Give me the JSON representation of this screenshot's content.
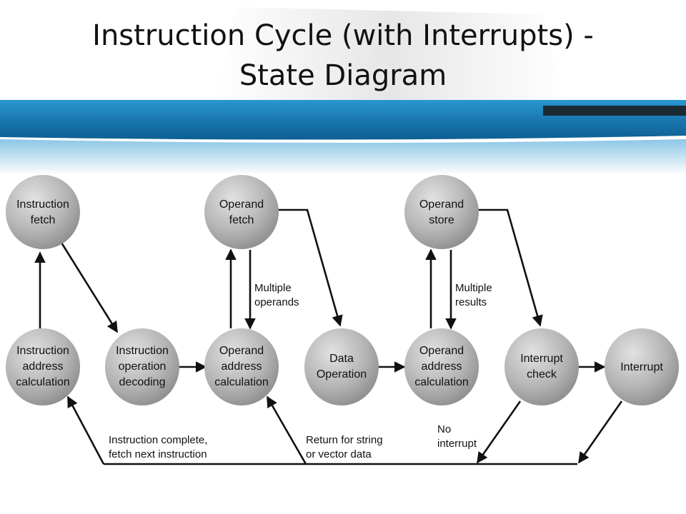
{
  "title": {
    "line1": "Instruction Cycle (with Interrupts) -",
    "line2": "State Diagram"
  },
  "nodes": {
    "instruction_fetch": [
      "Instruction",
      "fetch"
    ],
    "operand_fetch": [
      "Operand",
      "fetch"
    ],
    "operand_store": [
      "Operand",
      "store"
    ],
    "instruction_address_calculation": [
      "Instruction",
      "address",
      "calculation"
    ],
    "instruction_operation_decoding": [
      "Instruction",
      "operation",
      "decoding"
    ],
    "operand_address_calculation_1": [
      "Operand",
      "address",
      "calculation"
    ],
    "data_operation": [
      "Data",
      "Operation"
    ],
    "operand_address_calculation_2": [
      "Operand",
      "address",
      "calculation"
    ],
    "interrupt_check": [
      "Interrupt",
      "check"
    ],
    "interrupt": [
      "Interrupt"
    ]
  },
  "edge_labels": {
    "multiple_operands": [
      "Multiple",
      "operands"
    ],
    "multiple_results": [
      "Multiple",
      "results"
    ],
    "instruction_complete": [
      "Instruction complete,",
      "fetch next instruction"
    ],
    "return_for_string": [
      "Return for string",
      "or vector data"
    ],
    "no_interrupt": [
      "No",
      "interrupt"
    ]
  },
  "colors": {
    "node_fill": "#b4b4b4",
    "banner": "#1b7fb6",
    "text": "#111111"
  }
}
